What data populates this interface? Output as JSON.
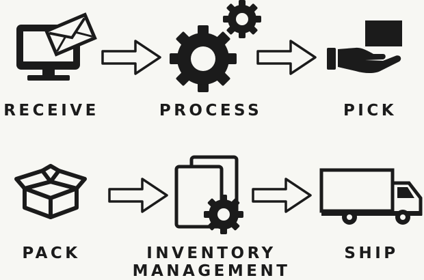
{
  "diagram": {
    "steps": [
      {
        "label": "RECEIVE",
        "icon": "computer-with-envelope-icon"
      },
      {
        "label": "PROCESS",
        "icon": "gears-icon"
      },
      {
        "label": "PICK",
        "icon": "hand-holding-box-icon"
      },
      {
        "label": "PACK",
        "icon": "open-box-icon"
      },
      {
        "label": "INVENTORY MANAGEMENT",
        "icon": "documents-with-gear-icon"
      },
      {
        "label": "SHIP",
        "icon": "delivery-truck-icon"
      }
    ],
    "connector_icon": "outline-arrow-icon",
    "colors": {
      "background": "#f7f7f3",
      "ink": "#1b1b1b"
    }
  }
}
